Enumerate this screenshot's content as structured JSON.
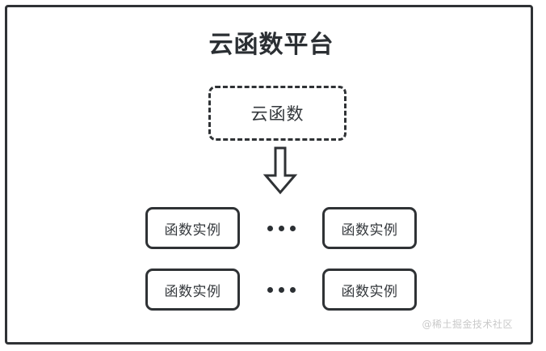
{
  "diagram": {
    "title": "云函数平台",
    "cloud_function": {
      "label": "云函数",
      "style": "dashed-rounded-box"
    },
    "arrow": {
      "icon_name": "down-block-arrow",
      "direction": "down"
    },
    "rows": [
      {
        "left_instance": "函数实例",
        "ellipsis": "···",
        "right_instance": "函数实例"
      },
      {
        "left_instance": "函数实例",
        "ellipsis": "···",
        "right_instance": "函数实例"
      }
    ],
    "watermark": "@稀土掘金技术社区",
    "colors": {
      "stroke": "#2f3235",
      "text": "#34383c",
      "title_text": "#2b2f33",
      "background": "#ffffff",
      "watermark_text": "#c9c9c9"
    }
  }
}
